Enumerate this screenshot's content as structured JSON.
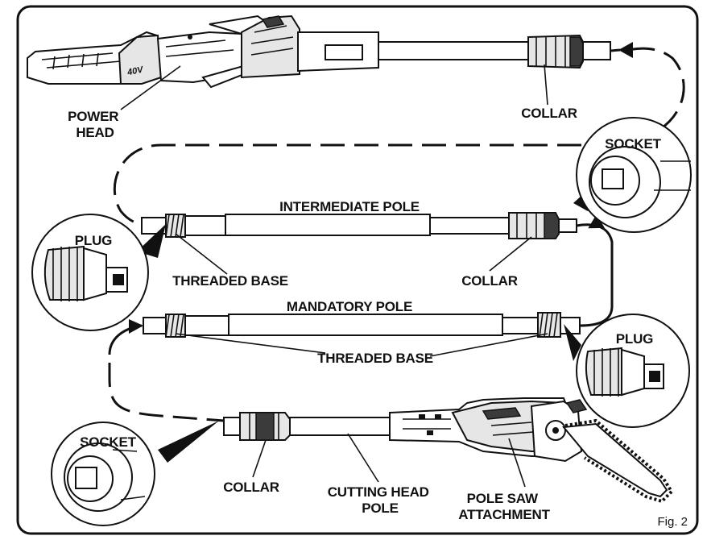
{
  "labels": {
    "power_head": [
      "POWER",
      "HEAD"
    ],
    "collar_top": "COLLAR",
    "socket_top": "SOCKET",
    "intermediate_pole": "INTERMEDIATE POLE",
    "plug_left": "PLUG",
    "threaded_base_upper": "THREADED BASE",
    "collar_middle": "COLLAR",
    "mandatory_pole": "MANDATORY POLE",
    "threaded_base_lower": "THREADED BASE",
    "plug_right": "PLUG",
    "socket_bottom": "SOCKET",
    "collar_bottom": "COLLAR",
    "cutting_head_pole": [
      "CUTTING HEAD",
      "POLE"
    ],
    "pole_saw_attachment": [
      "POLE SAW",
      "ATTACHMENT"
    ],
    "motor_marking": "40V"
  },
  "figure_caption": "Fig. 2"
}
